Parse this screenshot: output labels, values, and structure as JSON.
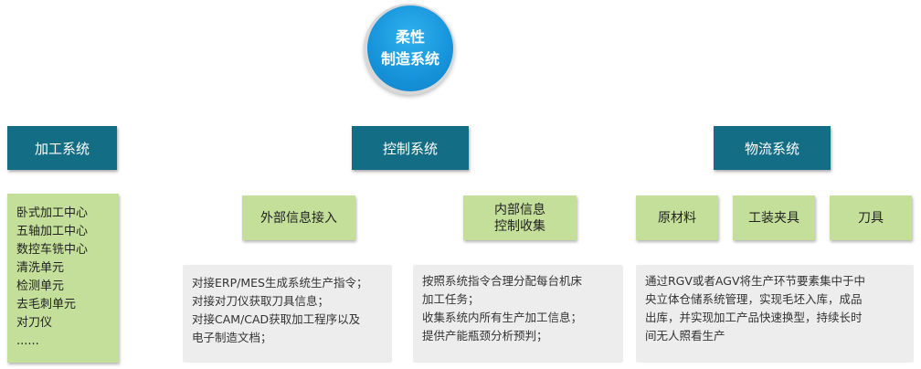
{
  "root": {
    "line1": "柔性",
    "line2": "制造系统"
  },
  "categories": {
    "processing": "加工系统",
    "control": "控制系统",
    "logistics": "物流系统"
  },
  "processing": {
    "items": [
      "卧式加工中心",
      "五轴加工中心",
      "数控车铣中心",
      "清洗单元",
      "检测单元",
      "去毛刺单元",
      "对刀仪",
      "......"
    ]
  },
  "control": {
    "external": {
      "label": "外部信息接入",
      "lines": [
        "对接ERP/MES生成系统生产指令；",
        "对接对刀仪获取刀具信息；",
        "对接CAM/CAD获取加工程序以及",
        "电子制造文档；"
      ]
    },
    "internal": {
      "label_line1": "内部信息",
      "label_line2": "控制收集",
      "lines": [
        "按照系统指令合理分配每台机床",
        "加工任务；",
        "收集系统内所有生产加工信息；",
        "提供产能瓶颈分析预判；"
      ]
    }
  },
  "logistics": {
    "raw_material": "原材料",
    "fixtures": "工装夹具",
    "tools": "刀具",
    "lines": [
      "通过RGV或者AGV将生产环节要素集中于中",
      "央立体仓储系统管理，实现毛坯入库，成品",
      "出库，并实现加工产品快速换型，持续长时",
      "间无人照看生产"
    ]
  },
  "colors": {
    "root": "#1693da",
    "category": "#136d84",
    "green": "#c4df9a",
    "gray": "#ededed"
  }
}
